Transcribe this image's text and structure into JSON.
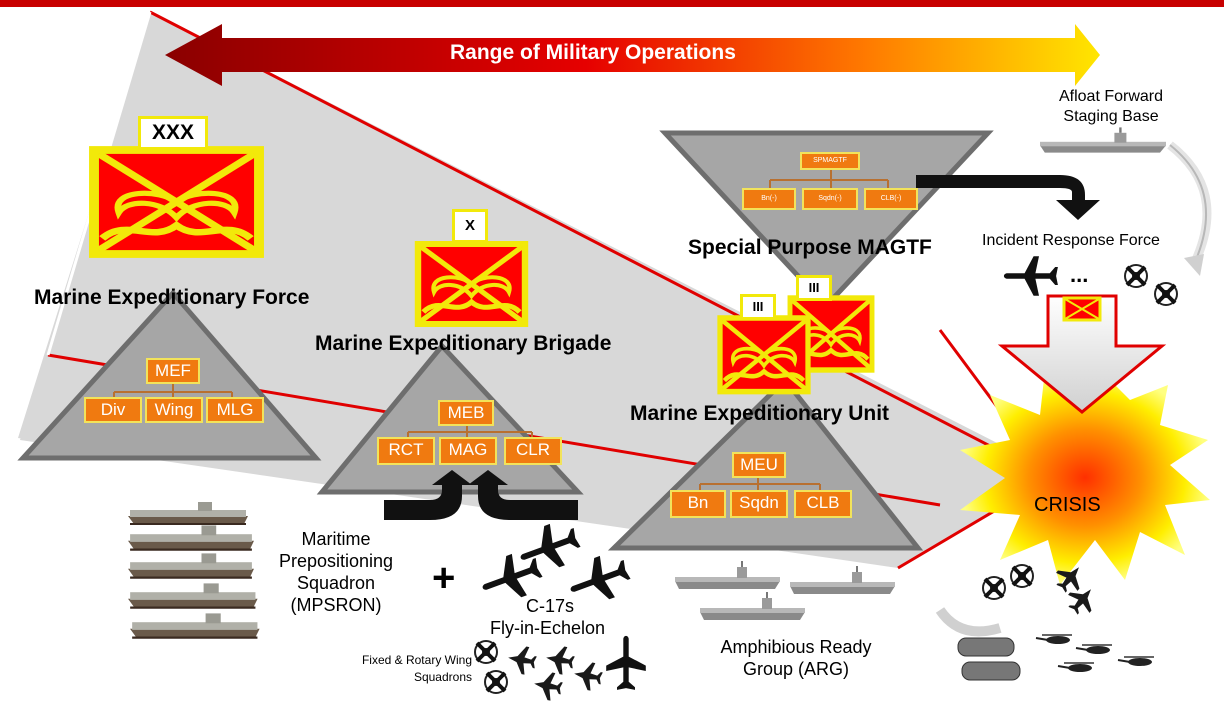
{
  "banner": {
    "title": "Range of Military Operations"
  },
  "forces": {
    "mef": {
      "label": "Marine Expeditionary Force",
      "echelon": "XXX",
      "hq": "MEF",
      "subs": [
        "Div",
        "Wing",
        "MLG"
      ]
    },
    "meb": {
      "label": "Marine Expeditionary Brigade",
      "echelon": "X",
      "hq": "MEB",
      "subs": [
        "RCT",
        "MAG",
        "CLR"
      ]
    },
    "meu": {
      "label": "Marine Expeditionary Unit",
      "echelon": "III",
      "hq": "MEU",
      "subs": [
        "Bn",
        "Sqdn",
        "CLB"
      ]
    },
    "spmagtf": {
      "label": "Special Purpose MAGTF",
      "echelon": "III",
      "hq": "SPMAGTF",
      "subs": [
        "Bn(-)",
        "Sqdn(-)",
        "CLB(-)"
      ]
    }
  },
  "labels": {
    "afsb": "Afloat Forward Staging Base",
    "irf": "Incident Response Force",
    "irf_ellipsis": "...",
    "crisis": "CRISIS",
    "mpsron": "Maritime Prepositioning Squadron (MPSRON)",
    "plus": "+",
    "fie_line1": "C-17s",
    "fie_line2": "Fly-in-Echelon",
    "fixed_rotary": "Fixed & Rotary Wing Squadrons",
    "arg": "Amphibious Ready Group (ARG)"
  },
  "colors": {
    "top_bar": "#c80000",
    "arrow_dark": "#8a0000",
    "arrow_mid": "#e60000",
    "arrow_light": "#ffe600",
    "frame_fill": "#d8d8d8",
    "frame_stroke": "#e00000",
    "pyramid_fill": "#a6a6a6",
    "pyramid_stroke": "#6e6e6e",
    "symbol_red": "#ff0000",
    "symbol_border": "#f2e90a",
    "org_box": "#f07a10",
    "crisis_center": "#ff4000",
    "crisis_outer": "#ffff40"
  }
}
